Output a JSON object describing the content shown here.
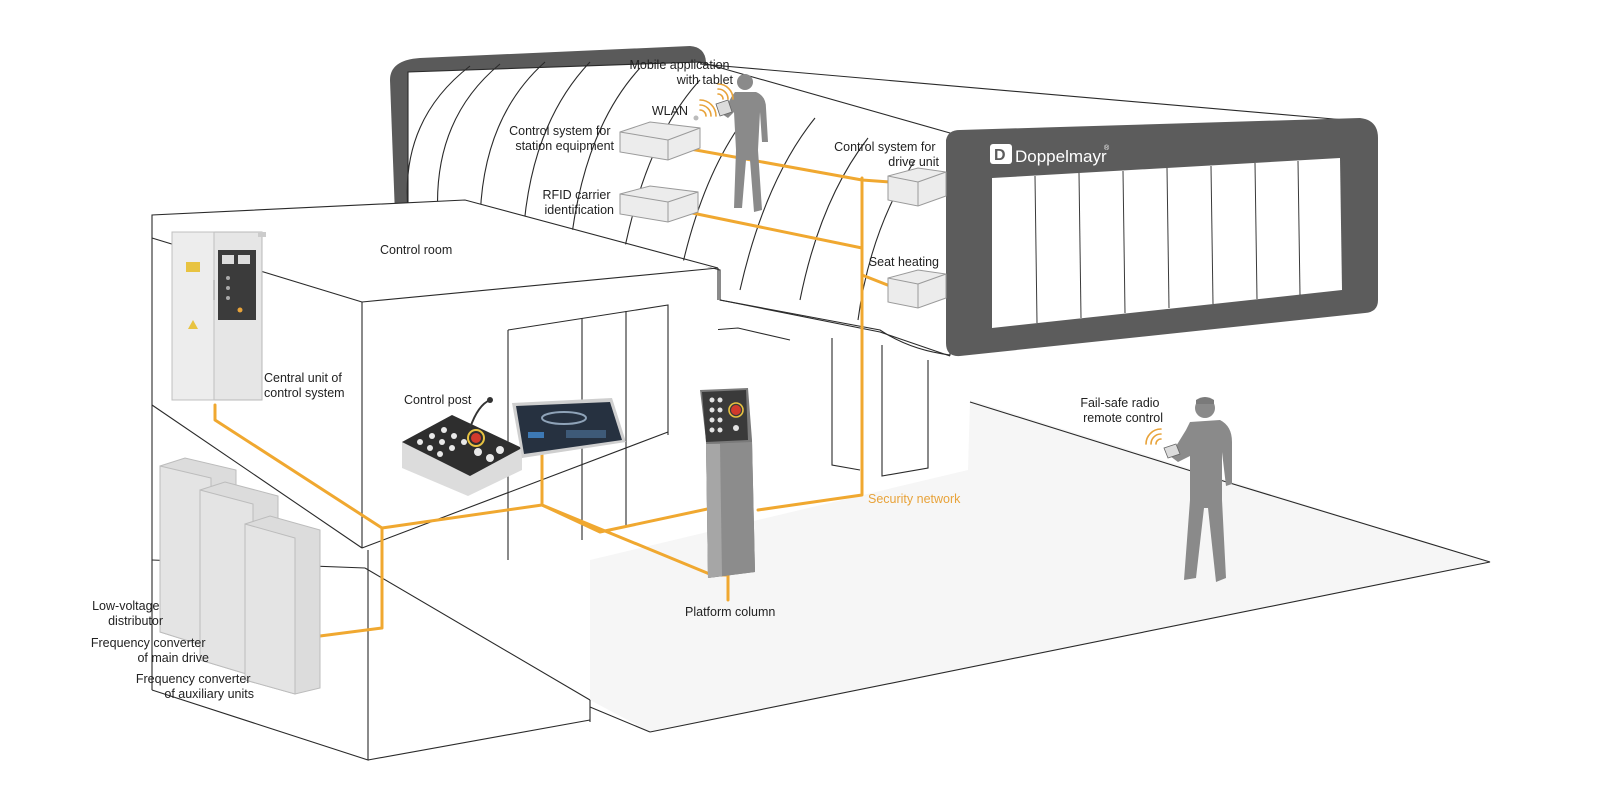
{
  "colors": {
    "network": "#f0a830",
    "label_accent": "#e8a33a",
    "person": "#8a8a8a",
    "tunnel_frame": "#5c5c5c",
    "box_fill": "#ececec"
  },
  "brand": {
    "logo_text": "Doppelmayr",
    "logo_mark": "D",
    "registered": "®"
  },
  "labels": {
    "mobile_application": [
      "Mobile application",
      "with tablet"
    ],
    "wlan": [
      "WLAN"
    ],
    "control_station_equipment": [
      "Control system for",
      "station equipment"
    ],
    "rfid": [
      "RFID carrier",
      "identification"
    ],
    "control_drive_unit": [
      "Control system for",
      "drive unit"
    ],
    "seat_heating": [
      "Seat heating"
    ],
    "control_room": [
      "Control room"
    ],
    "central_unit": [
      "Central unit of",
      "control system"
    ],
    "control_post": [
      "Control post"
    ],
    "platform_column": [
      "Platform column"
    ],
    "security_network": [
      "Security network"
    ],
    "fail_safe_radio": [
      "Fail-safe radio",
      "remote control"
    ],
    "low_voltage": [
      "Low-voltage",
      "distributor"
    ],
    "freq_main": [
      "Frequency converter",
      "of main drive"
    ],
    "freq_aux": [
      "Frequency converter",
      "of auxiliary units"
    ]
  },
  "icons": {
    "wlan": "wifi-signal-icon",
    "tablet_signal": "wifi-signal-icon",
    "remote_signal": "wifi-signal-icon",
    "person": "person-silhouette-icon",
    "warning": "warning-triangle-icon",
    "logo": "doppelmayr-logo-icon"
  }
}
